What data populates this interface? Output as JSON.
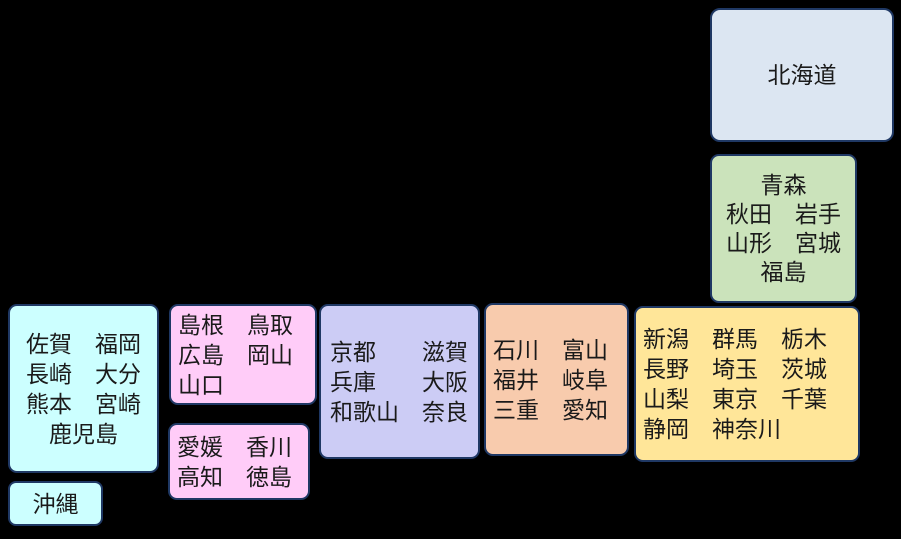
{
  "palette": {
    "background": "#000000",
    "box_border": "#1f3864",
    "text": "#1a1a1a"
  },
  "regions": [
    {
      "id": "hokkaido",
      "fill": "#dce6f2",
      "lines": [
        "北海道"
      ]
    },
    {
      "id": "tohoku",
      "fill": "#cbe3bb",
      "lines": [
        "青森",
        "秋田　岩手",
        "山形　宮城",
        "福島"
      ]
    },
    {
      "id": "kanto-koshinetsu",
      "fill": "#ffe699",
      "lines": [
        "新潟　群馬　栃木",
        "長野　埼玉　茨城",
        "山梨　東京　千葉",
        "静岡　神奈川"
      ]
    },
    {
      "id": "chubu-hokuriku",
      "fill": "#f8cbad",
      "lines": [
        "石川　富山",
        "福井　岐阜",
        "三重　愛知"
      ]
    },
    {
      "id": "kansai",
      "fill": "#ccccf5",
      "lines": [
        "京都　　滋賀",
        "兵庫　　大阪",
        "和歌山　奈良"
      ]
    },
    {
      "id": "chugoku",
      "fill": "#ffccf8",
      "lines": [
        "島根　鳥取",
        "広島　岡山",
        "山口"
      ]
    },
    {
      "id": "shikoku",
      "fill": "#ffccf8",
      "lines": [
        "愛媛　香川",
        "高知　徳島"
      ]
    },
    {
      "id": "kyushu",
      "fill": "#ccffff",
      "lines": [
        "佐賀　福岡",
        "長崎　大分",
        "熊本　宮崎",
        "鹿児島"
      ]
    },
    {
      "id": "okinawa",
      "fill": "#ccffff",
      "lines": [
        "沖縄"
      ]
    }
  ]
}
